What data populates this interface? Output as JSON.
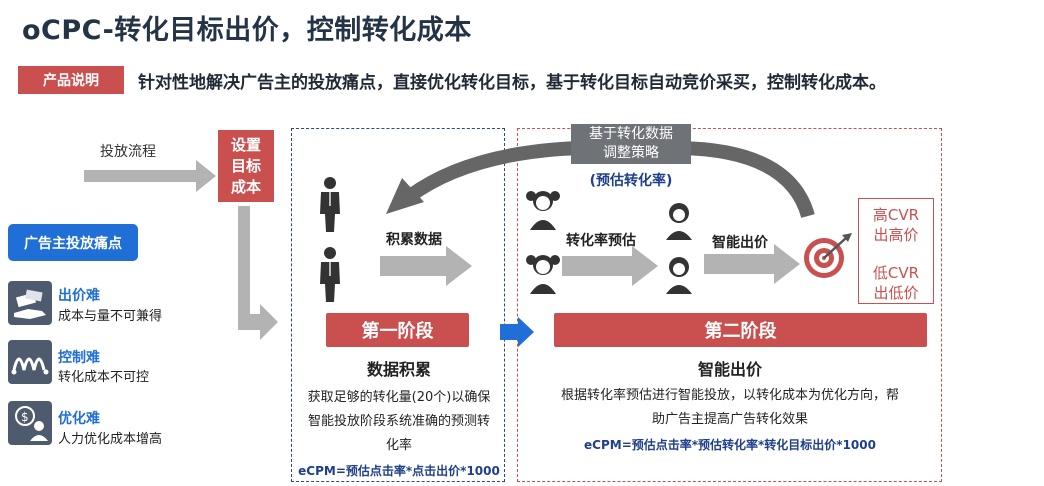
{
  "title": "oCPC-转化目标出价，控制转化成本",
  "badge": "产品说明",
  "description": "针对性地解决广告主的投放痛点，直接优化转化目标，基于转化目标自动竞价采买，控制转化成本。",
  "flow": {
    "label": "投放流程",
    "setup": [
      "设置",
      "目标",
      "成本"
    ]
  },
  "pain": {
    "title": "广告主投放痛点",
    "items": [
      {
        "icon": "money-hand-icon",
        "title": "出价难",
        "desc": "成本与量不可兼得"
      },
      {
        "icon": "wave-icon",
        "title": "控制难",
        "desc": "转化成本不可控"
      },
      {
        "icon": "dollar-person-icon",
        "title": "优化难",
        "desc": "人力优化成本增高"
      }
    ]
  },
  "stage1": {
    "banner": "第一阶段",
    "arrow_label": "积累数据",
    "heading": "数据积累",
    "body": [
      "获取足够的转化量(20个)以确保",
      "智能投放阶段系统准确的预测转",
      "化率"
    ],
    "formula": "eCPM=预估点击率*点击出价*1000"
  },
  "stage2": {
    "banner": "第二阶段",
    "adjust": [
      "基于转化数据",
      "调整策略"
    ],
    "predict": "(预估转化率)",
    "arrow1_label": "转化率预估",
    "arrow2_label": "智能出价",
    "heading": "智能出价",
    "body": [
      "根据转化率预估进行智能投放，以转化成本为优化方向，帮",
      "助广告主提高广告转化效果"
    ],
    "formula": "eCPM=预估点击率*预估转化率*转化目标出价*1000",
    "cvr": [
      "高CVR",
      "出高价",
      "低CVR",
      "出低价"
    ]
  },
  "colors": {
    "accent_red": "#c9504f",
    "blue": "#1f6fd6",
    "gray": "#a9a9a9",
    "navy": "#1f3f8a"
  }
}
